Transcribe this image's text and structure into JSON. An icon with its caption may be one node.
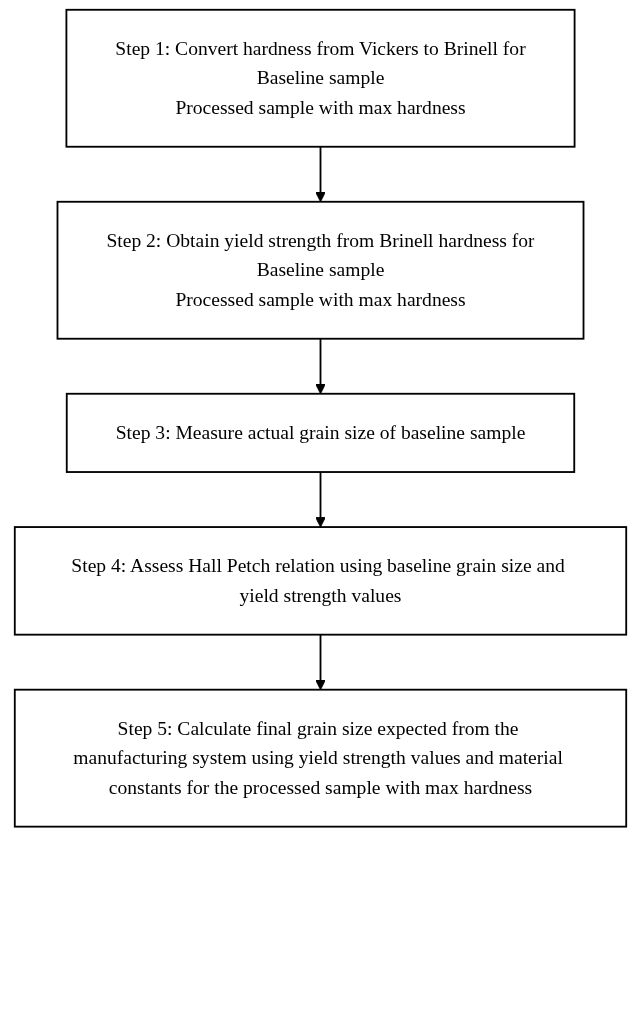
{
  "diagram": {
    "nodes": [
      {
        "text": [
          "Step 1: Convert hardness from Vickers to Brinell for",
          "Baseline sample",
          "Processed sample with max hardness"
        ]
      },
      {
        "text": [
          "Step 2: Obtain yield strength from Brinell hardness for",
          "Baseline sample",
          "Processed sample with max hardness"
        ]
      },
      {
        "text": [
          "Step 3: Measure actual grain size of baseline sample"
        ]
      },
      {
        "text": [
          "Step 4: Assess Hall Petch relation using baseline grain size and yield strength values"
        ]
      },
      {
        "text": [
          "Step 5: Calculate final grain size expected from the manufacturing system using yield strength values and material constants for the processed sample with max hardness"
        ]
      }
    ],
    "edges": [
      {
        "from": 0,
        "to": 1,
        "arrow": "to"
      },
      {
        "from": 1,
        "to": 2,
        "arrow": "to"
      },
      {
        "from": 2,
        "to": 3,
        "arrow": "to"
      },
      {
        "from": 3,
        "to": 4,
        "arrow": "to"
      }
    ]
  }
}
